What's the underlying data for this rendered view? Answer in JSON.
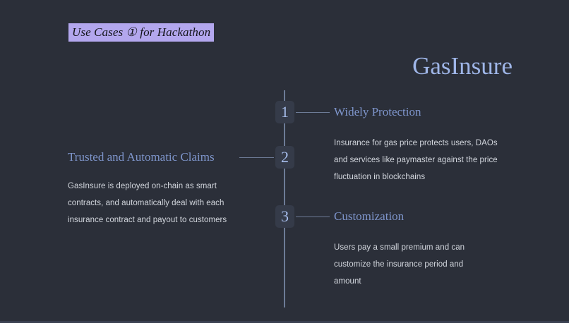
{
  "slide": {
    "label": "Use Cases ① for Hackathon",
    "product_title": "GasInsure",
    "background_color": "#2b2f39",
    "label_highlight_color": "#b3a7ee",
    "heading_color": "#7e95cb",
    "title_color": "#9fb6e8",
    "body_color": "#d2d6dd",
    "line_color": "#6d7b96",
    "badge_color": "#353b49"
  },
  "timeline": {
    "items": [
      {
        "number": "1",
        "heading": "Widely Protection",
        "body": "Insurance for gas price protects users, DAOs and services like paymaster against the price fluctuation in blockchains",
        "side": "right"
      },
      {
        "number": "2",
        "heading": "Trusted and Automatic Claims",
        "body": "GasInsure is deployed on-chain as smart contracts, and automatically deal with each insurance contract and payout to customers",
        "side": "left"
      },
      {
        "number": "3",
        "heading": "Customization",
        "body": "Users pay a small premium and can customize the insurance period and amount",
        "side": "right"
      }
    ]
  }
}
